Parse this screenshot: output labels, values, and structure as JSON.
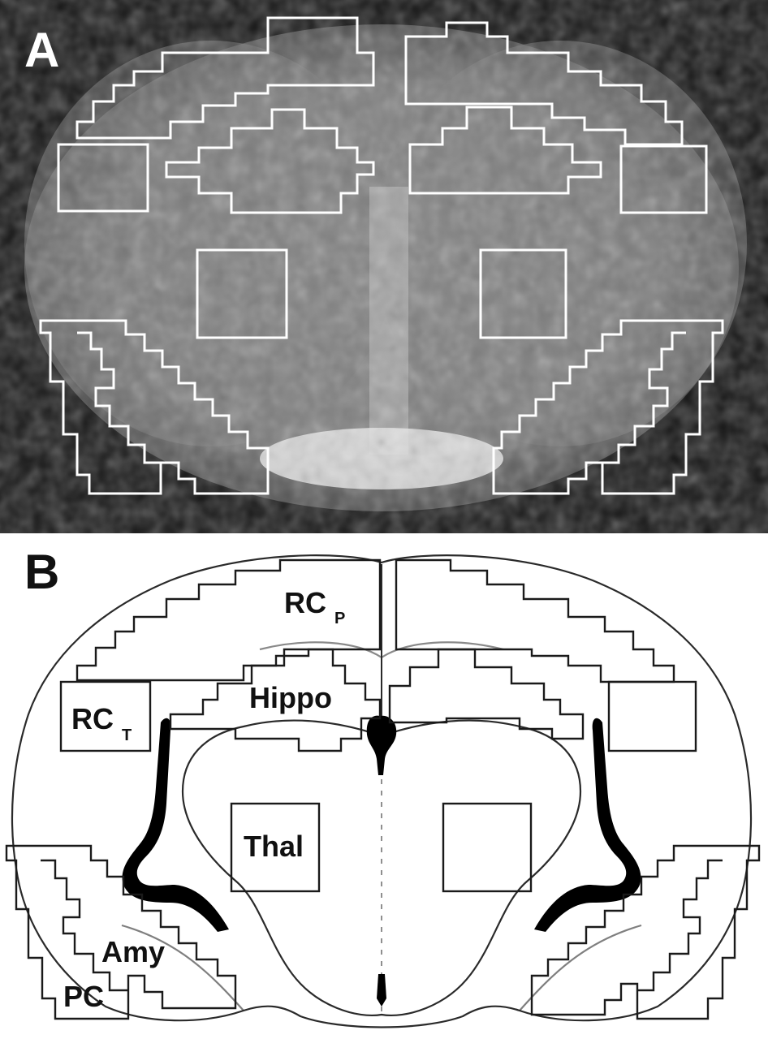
{
  "panels": [
    {
      "letter": "A",
      "rois": [
        "RC_P left",
        "RC_P right",
        "Hippo left",
        "Hippo right",
        "RC_T left",
        "RC_T right",
        "Thal left",
        "Thal right",
        "Amy/PC left",
        "Amy/PC right"
      ]
    },
    {
      "letter": "B",
      "labels": {
        "rc_p_main": "RC",
        "rc_p_sub": "P",
        "rc_t_main": "RC",
        "rc_t_sub": "T",
        "hippo": "Hippo",
        "thal": "Thal",
        "amy": "Amy",
        "pc": "PC"
      }
    }
  ],
  "colors": {
    "panel_a_background": "#111111",
    "panel_a_roi_stroke": "#ffffff",
    "panel_b_background": "#ffffff",
    "panel_b_roi_stroke": "#1a1a1a",
    "ventricle_fill": "#000000"
  }
}
